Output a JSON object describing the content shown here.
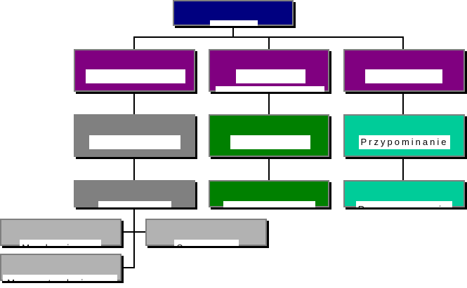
{
  "diagram": {
    "type": "org-chart",
    "colors": {
      "root": "#000080",
      "level1": "#800080",
      "branch_grey": "#808080",
      "branch_green": "#008000",
      "branch_teal": "#00cc99",
      "leaf": "#b2b2b2",
      "connector": "#000000",
      "label_bg": "#ffffff"
    },
    "root": {
      "label": ""
    },
    "level1": [
      {
        "label": ""
      },
      {
        "label": ""
      },
      {
        "label": ""
      }
    ],
    "level2": [
      {
        "label": ""
      },
      {
        "label": ""
      },
      {
        "label": "Przypominanie"
      }
    ],
    "level3": [
      {
        "label": ""
      },
      {
        "label": ""
      },
      {
        "label": "Rozpoznawanie"
      }
    ],
    "level4": [
      {
        "label": "Mechaniczne"
      },
      {
        "label": "Sensowne"
      },
      {
        "label": "Mnemotechniczne"
      }
    ]
  }
}
